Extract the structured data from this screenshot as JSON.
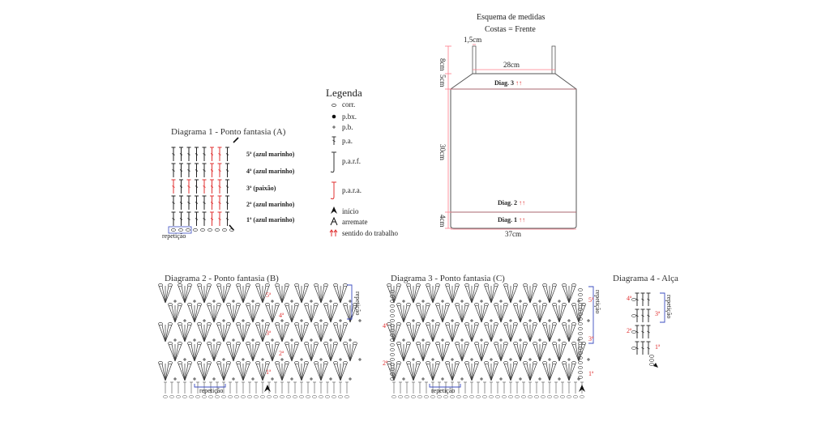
{
  "diagram1": {
    "title": "Diagrama 1 - Ponto fantasia (A)",
    "rows": [
      "5ª (azul marinho)",
      "4ª (azul marinho)",
      "3ª (paixão)",
      "2ª (azul marinho)",
      "1ª (azul marinho)"
    ],
    "repeat_label": "repetição"
  },
  "legend": {
    "title": "Legenda",
    "items": [
      {
        "symbol": "oval-icon",
        "label": "corr."
      },
      {
        "symbol": "dot-icon",
        "label": "p.bx."
      },
      {
        "symbol": "plus-icon",
        "label": "p.b."
      },
      {
        "symbol": "tstitch-icon",
        "label": "p.a."
      },
      {
        "symbol": "hook-icon",
        "label": "p.a.r.f."
      },
      {
        "symbol": "hook-red-icon",
        "label": "p.a.r.a."
      },
      {
        "symbol": "start-arrow-icon",
        "label": "início"
      },
      {
        "symbol": "finish-arrow-icon",
        "label": "arremate"
      },
      {
        "symbol": "direction-arrows-icon",
        "label": "sentido do trabalho"
      }
    ]
  },
  "schema": {
    "title": "Esquema de medidas",
    "subtitle": "Costas = Frente",
    "strap_width": "1,5cm",
    "top_width": "28cm",
    "bottom_width": "37cm",
    "heights": [
      "8cm",
      "5cm",
      "30cm",
      "4cm"
    ],
    "diag_labels": [
      "Diag. 3",
      "Diag. 2",
      "Diag. 1"
    ],
    "arrows": "↑↑"
  },
  "diagram2": {
    "title": "Diagrama 2 - Ponto fantasia (B)",
    "rows": [
      "5ª",
      "4ª",
      "3ª",
      "2ª",
      "1ª"
    ],
    "repeat_label": "repetição",
    "side_repeat_label": "repetição"
  },
  "diagram3": {
    "title": "Diagrama 3 - Ponto fantasia (C)",
    "rows_right": [
      "5ª",
      "3ª",
      "1ª"
    ],
    "rows_left": [
      "4ª",
      "2ª"
    ],
    "repeat_label": "repetição",
    "side_repeat_label": "repetição"
  },
  "diagram4": {
    "title": "Diagrama 4 - Alça",
    "rows": [
      "4ª",
      "3ª",
      "2ª",
      "1ª"
    ],
    "side_repeat_label": "repetição"
  },
  "colors": {
    "navy": "#222222",
    "red": "#e03030",
    "blue": "#3b4cc0",
    "pink": "#ff7b8a"
  }
}
